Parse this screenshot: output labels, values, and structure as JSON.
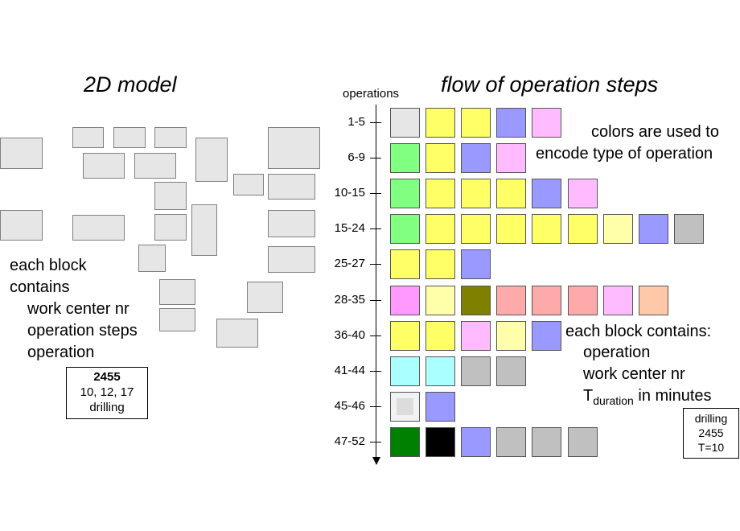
{
  "left": {
    "title": "2D model",
    "desc_lines": [
      "each block",
      "contains",
      "work center nr",
      "operation steps",
      "operation"
    ],
    "legend": {
      "bold": "2455",
      "line2": "10, 12, 17",
      "line3": "drilling"
    },
    "colors": {
      "block_fill": "#e6e6e6",
      "block_border": "#808080"
    }
  },
  "right": {
    "title": "flow of operation steps",
    "axis_label": "operations",
    "note1_lines": [
      "colors are used to",
      "encode type of operation"
    ],
    "note2_lines": [
      "each block contains:",
      "operation",
      "work center nr"
    ],
    "note2_tduration": {
      "t": "T",
      "sub": "duration",
      "rest": " in minutes"
    },
    "legend": {
      "line1": "drilling",
      "line2": "2455",
      "line3": "T=10"
    },
    "rows": [
      {
        "label": "1-5",
        "colors": [
          "#e6e6e6",
          "#ffff66",
          "#ffff66",
          "#9999ff",
          "#ffbbff"
        ]
      },
      {
        "label": "6-9",
        "colors": [
          "#80ff80",
          "#ffff66",
          "#9999ff",
          "#ffbbff"
        ]
      },
      {
        "label": "10-15",
        "colors": [
          "#80ff80",
          "#ffff66",
          "#ffff66",
          "#ffff66",
          "#9999ff",
          "#ffbbff"
        ]
      },
      {
        "label": "15-24",
        "colors": [
          "#80ff80",
          "#ffff66",
          "#ffff66",
          "#ffff66",
          "#ffff66",
          "#ffff66",
          "#ffffaa",
          "#9999ff",
          "#c0c0c0"
        ]
      },
      {
        "label": "25-27",
        "colors": [
          "#ffff66",
          "#ffff66",
          "#9999ff"
        ]
      },
      {
        "label": "28-35",
        "colors": [
          "#ff99ff",
          "#ffffaa",
          "#808000",
          "#ffaaaa",
          "#ffaaaa",
          "#ffaaaa",
          "#ffbbff",
          "#ffc8a8"
        ]
      },
      {
        "label": "36-40",
        "colors": [
          "#ffff66",
          "#ffff66",
          "#ffbbff",
          "#ffffaa",
          "#9999ff"
        ]
      },
      {
        "label": "41-44",
        "colors": [
          "#aaffff",
          "#aaffff",
          "#c0c0c0",
          "#c0c0c0"
        ]
      },
      {
        "label": "45-46",
        "colors": [
          "#f2f2f2",
          "#9999ff"
        ]
      },
      {
        "label": "47-52",
        "colors": [
          "#008000",
          "#000000",
          "#9999ff",
          "#c0c0c0",
          "#c0c0c0",
          "#c0c0c0"
        ]
      }
    ]
  }
}
